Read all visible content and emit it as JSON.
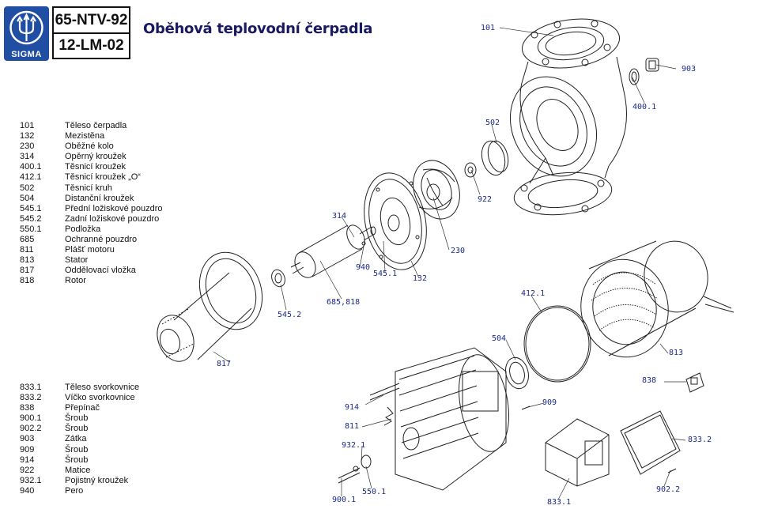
{
  "brand": {
    "logo_text": "SIGMA",
    "logo_color": "#1f4ea3"
  },
  "header": {
    "code_top": "65-NTV-92",
    "code_bottom": "12-LM-02",
    "title": "Oběhová teplovodní čerpadla"
  },
  "legend_top": [
    {
      "num": "101",
      "name": "Těleso čerpadla"
    },
    {
      "num": "132",
      "name": "Mezistěna"
    },
    {
      "num": "230",
      "name": "Oběžné kolo"
    },
    {
      "num": "314",
      "name": "Opěrný kroužek"
    },
    {
      "num": "400.1",
      "name": "Těsnicí kroužek"
    },
    {
      "num": "412.1",
      "name": "Těsnicí kroužek „O“"
    },
    {
      "num": "502",
      "name": "Těsnicí kruh"
    },
    {
      "num": "504",
      "name": "Distanční kroužek"
    },
    {
      "num": "545.1",
      "name": "Přední ložiskové pouzdro"
    },
    {
      "num": "545.2",
      "name": "Zadní ložiskové pouzdro"
    },
    {
      "num": "550.1",
      "name": "Podložka"
    },
    {
      "num": "685",
      "name": "Ochranné pouzdro"
    },
    {
      "num": "811",
      "name": "Plášť motoru"
    },
    {
      "num": "813",
      "name": "Stator"
    },
    {
      "num": "817",
      "name": "Oddělovací vložka"
    },
    {
      "num": "818",
      "name": "Rotor"
    }
  ],
  "legend_bottom": [
    {
      "num": "833.1",
      "name": "Těleso svorkovnice"
    },
    {
      "num": "833.2",
      "name": "Víčko svorkovnice"
    },
    {
      "num": "838",
      "name": "Přepínač"
    },
    {
      "num": "900.1",
      "name": "Šroub"
    },
    {
      "num": "902.2",
      "name": "Šroub"
    },
    {
      "num": "903",
      "name": "Zátka"
    },
    {
      "num": "909",
      "name": "Šroub"
    },
    {
      "num": "914",
      "name": "Šroub"
    },
    {
      "num": "922",
      "name": "Matice"
    },
    {
      "num": "932.1",
      "name": "Pojistný kroužek"
    },
    {
      "num": "940",
      "name": "Pero"
    }
  ],
  "callouts": {
    "c101": "101",
    "c903": "903",
    "c400_1": "400.1",
    "c502": "502",
    "c922": "922",
    "c314": "314",
    "c230": "230",
    "c940": "940",
    "c545_1": "545.1",
    "c132": "132",
    "c545_2": "545.2",
    "c685_818": "685,818",
    "c412_1": "412.1",
    "c504": "504",
    "c817": "817",
    "c813": "813",
    "c838": "838",
    "c914": "914",
    "c909": "909",
    "c811": "811",
    "c932_1": "932.1",
    "c833_2": "833.2",
    "c550_1": "550.1",
    "c900_1": "900.1",
    "c833_1": "833.1",
    "c902_2": "902.2"
  }
}
